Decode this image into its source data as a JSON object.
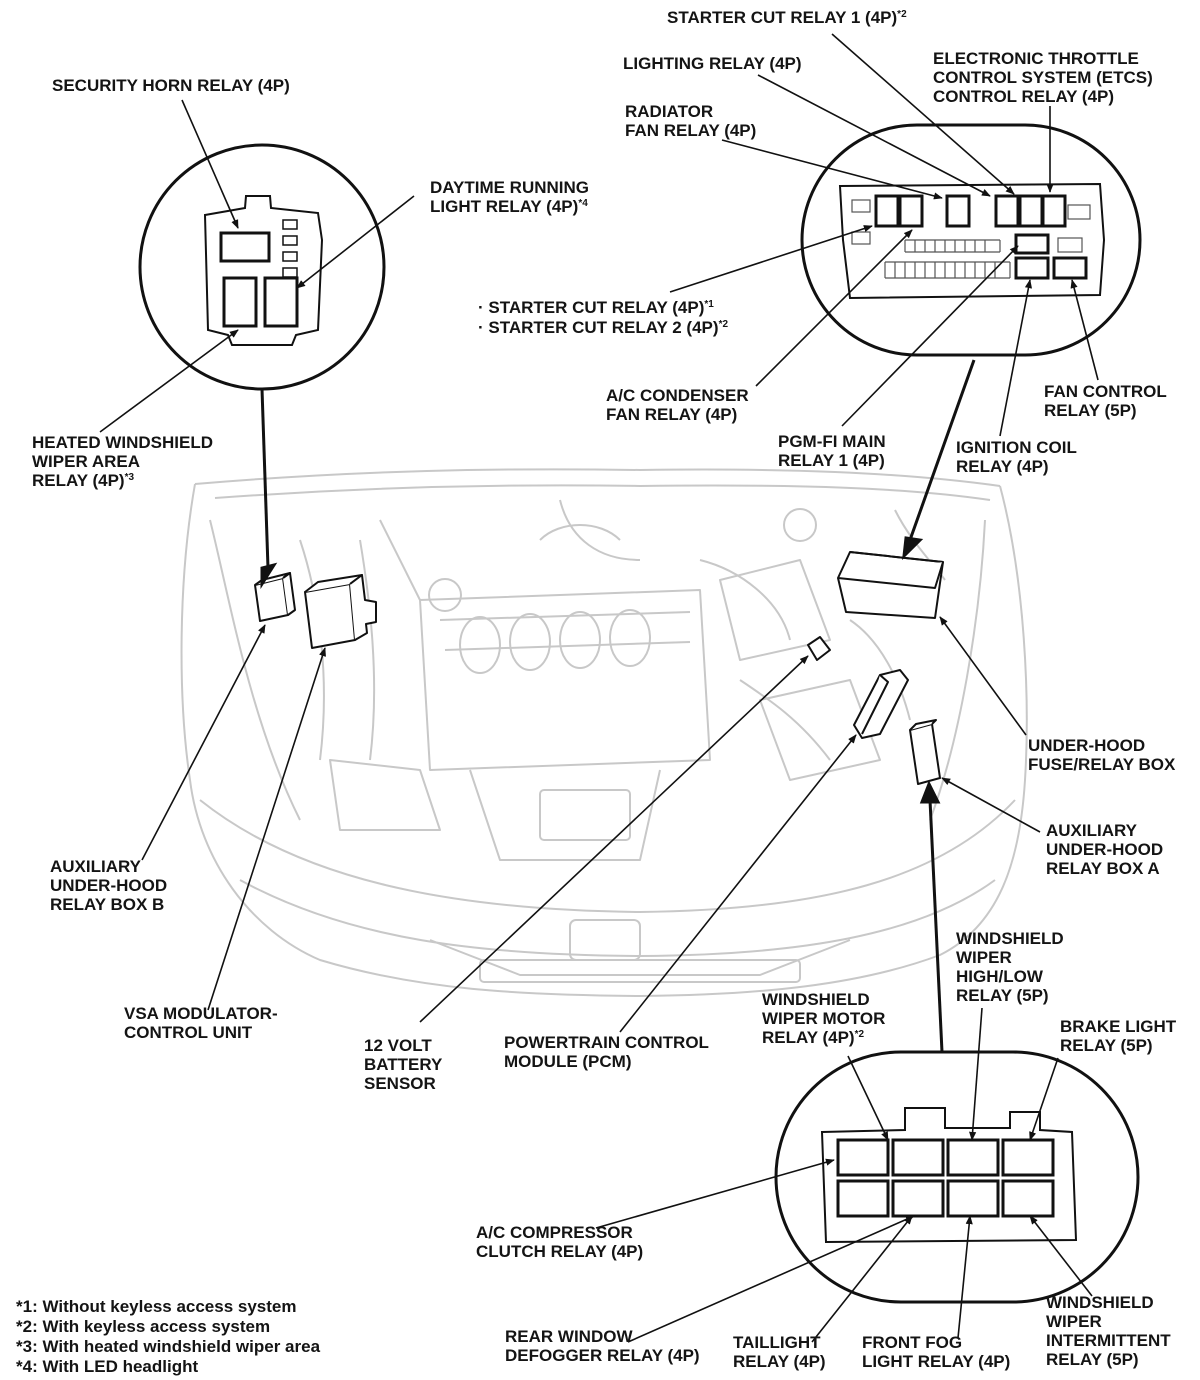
{
  "labels": {
    "security_horn_relay": "SECURITY HORN RELAY (4P)",
    "daytime_running_light_relay": "DAYTIME RUNNING\nLIGHT RELAY (4P)",
    "daytime_running_light_relay_mark": "*4",
    "heated_windshield_wiper_area_relay": "HEATED WINDSHIELD\nWIPER AREA\nRELAY (4P)",
    "heated_windshield_wiper_area_relay_mark": "*3",
    "starter_cut_relay_1_top": "STARTER CUT RELAY 1 (4P)",
    "starter_cut_relay_1_top_mark": "*2",
    "lighting_relay": "LIGHTING RELAY (4P)",
    "etcs_control_relay": "ELECTRONIC THROTTLE\nCONTROL SYSTEM (ETCS)\nCONTROL RELAY (4P)",
    "radiator_fan_relay": "RADIATOR\nFAN RELAY (4P)",
    "starter_cut_relay": "· STARTER CUT RELAY (4P)",
    "starter_cut_relay_mark": "*1",
    "starter_cut_relay_2": "· STARTER CUT RELAY 2 (4P)",
    "starter_cut_relay_2_mark": "*2",
    "ac_condenser_fan_relay": "A/C CONDENSER\nFAN RELAY (4P)",
    "pgm_fi_main_relay_1": "PGM-FI MAIN\nRELAY 1 (4P)",
    "ignition_coil_relay": "IGNITION COIL\nRELAY (4P)",
    "fan_control_relay": "FAN CONTROL\nRELAY (5P)",
    "under_hood_fuse_relay_box": "UNDER-HOOD\nFUSE/RELAY BOX",
    "auxiliary_under_hood_relay_box_a": "AUXILIARY\nUNDER-HOOD\nRELAY BOX A",
    "auxiliary_under_hood_relay_box_b": "AUXILIARY\nUNDER-HOOD\nRELAY BOX B",
    "vsa_modulator_control_unit": "VSA MODULATOR-\nCONTROL UNIT",
    "battery_sensor": "12 VOLT\nBATTERY\nSENSOR",
    "pcm": "POWERTRAIN CONTROL\nMODULE (PCM)",
    "windshield_wiper_motor_relay": "WINDSHIELD\nWIPER MOTOR\nRELAY (4P)",
    "windshield_wiper_motor_relay_mark": "*2",
    "windshield_wiper_high_low_relay": "WINDSHIELD\nWIPER\nHIGH/LOW\nRELAY (5P)",
    "brake_light_relay": "BRAKE LIGHT\nRELAY (5P)",
    "ac_compressor_clutch_relay": "A/C COMPRESSOR\nCLUTCH RELAY (4P)",
    "rear_window_defogger_relay": "REAR WINDOW\nDEFOGGER RELAY (4P)",
    "taillight_relay": "TAILLIGHT\nRELAY (4P)",
    "front_fog_light_relay": "FRONT FOG\nLIGHT RELAY (4P)",
    "windshield_wiper_intermittent_relay": "WINDSHIELD\nWIPER\nINTERMITTENT\nRELAY (5P)"
  },
  "footnotes": [
    "*1: Without keyless access system",
    "*2: With keyless access system",
    "*3: With heated windshield wiper area",
    "*4: With LED headlight"
  ]
}
